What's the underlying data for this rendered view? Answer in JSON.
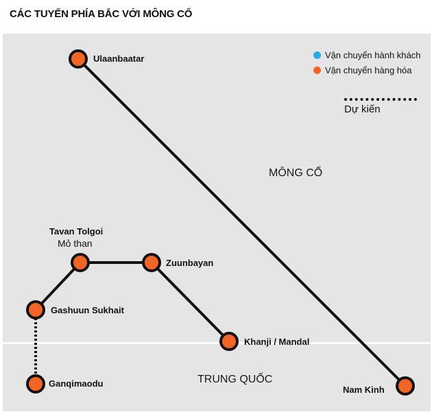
{
  "title": "CÁC TUYẾN PHÍA BẮC VỚI MÔNG CỔ",
  "regions": {
    "mongolia": "MÔNG CỔ",
    "china": "TRUNG QUỐC"
  },
  "legend": {
    "passenger": {
      "label": "Vận chuyển hành khách",
      "color": "#29aae2"
    },
    "freight": {
      "label": "Vận chuyển hàng hóa",
      "color": "#f26522"
    },
    "planned": "Dự kiến"
  },
  "stations": {
    "ulaanbaatar": "Ulaanbaatar",
    "tavan_tolgoi": "Tavan Tolgoi",
    "tavan_tolgoi_note": "Mỏ than",
    "zuunbayan": "Zuunbayan",
    "gashuun_sukhait": "Gashuun Sukhait",
    "khanji_mandal": "Khanji / Mandal",
    "ganqimaodu": "Ganqimaodu",
    "nam_kinh": "Nam Kinh"
  },
  "colors": {
    "region_fill": "#e5e5e5",
    "line": "#111111",
    "station_fill": "#f26522"
  }
}
